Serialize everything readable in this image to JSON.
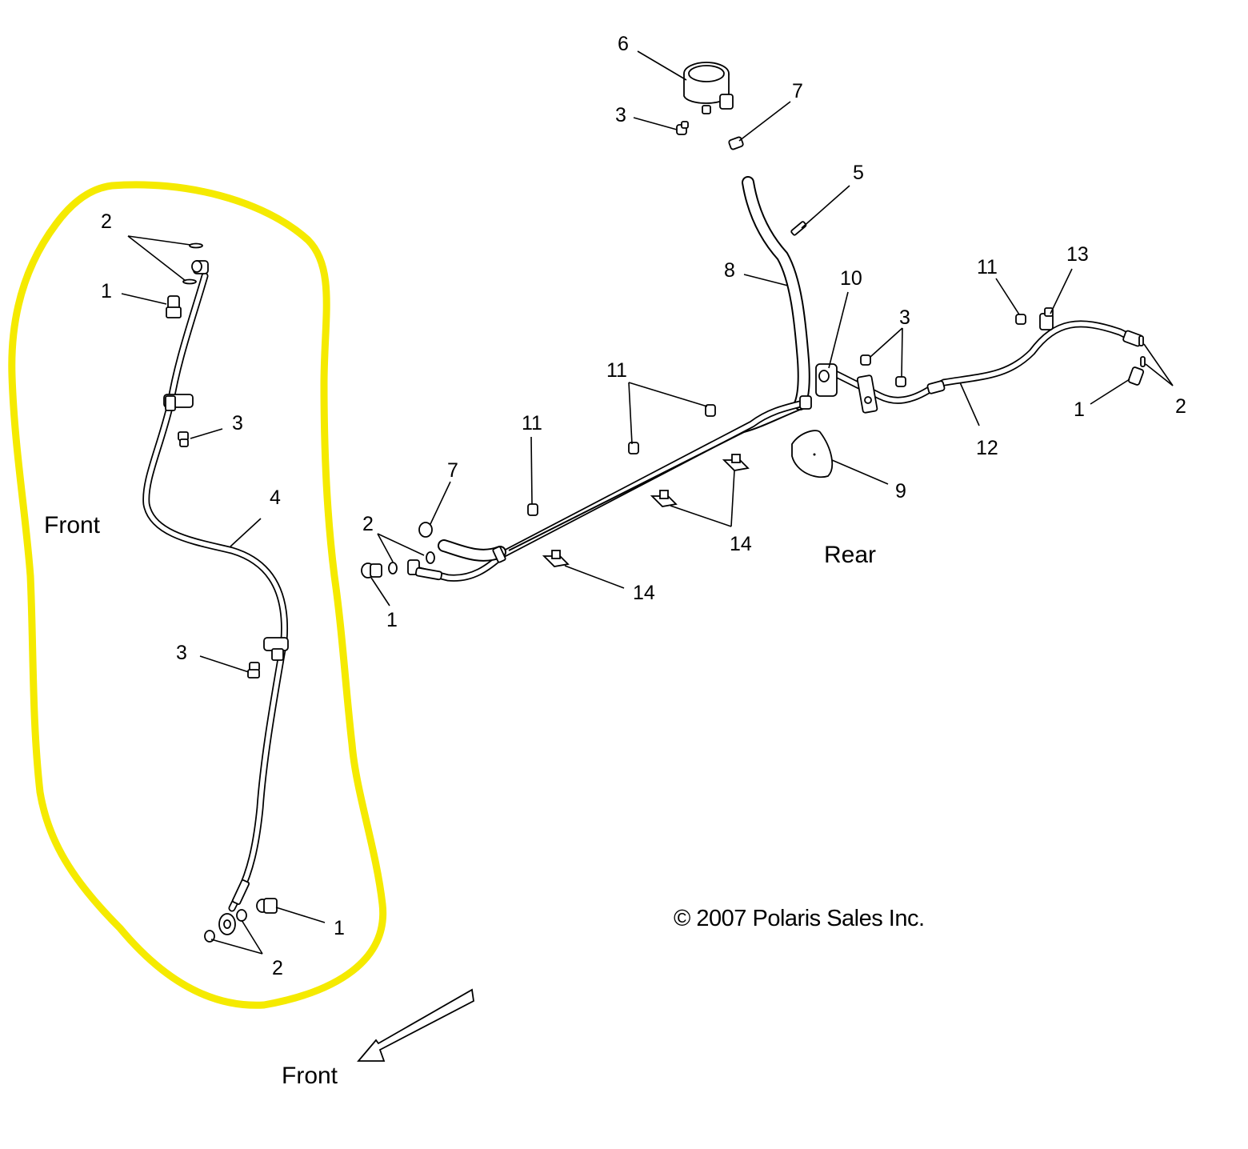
{
  "labels": {
    "front_area": "Front",
    "rear_area": "Rear",
    "direction_front": "Front",
    "copyright": "© 2007 Polaris Sales Inc."
  },
  "callouts": {
    "c6": "6",
    "c7a": "7",
    "c3a": "3",
    "c5": "5",
    "c8": "8",
    "c10": "10",
    "c3b": "3",
    "c11a": "11",
    "c13": "13",
    "c2a": "2",
    "c1a": "1",
    "c12": "12",
    "c9": "9",
    "c11b": "11",
    "c11c": "11",
    "c7b": "7",
    "c14a": "14",
    "c14b": "14",
    "c2b": "2",
    "c1b": "1",
    "c2c": "2",
    "c1c": "1",
    "c3c": "3",
    "c4": "4",
    "c3d": "3",
    "c1d": "1",
    "c2d": "2"
  },
  "colors": {
    "highlight": "#f5ea00",
    "ink": "#000000"
  },
  "icons": [
    "brake-reservoir",
    "banjo-bolt",
    "crush-washer",
    "brake-hose",
    "hose-clip",
    "arrow"
  ]
}
